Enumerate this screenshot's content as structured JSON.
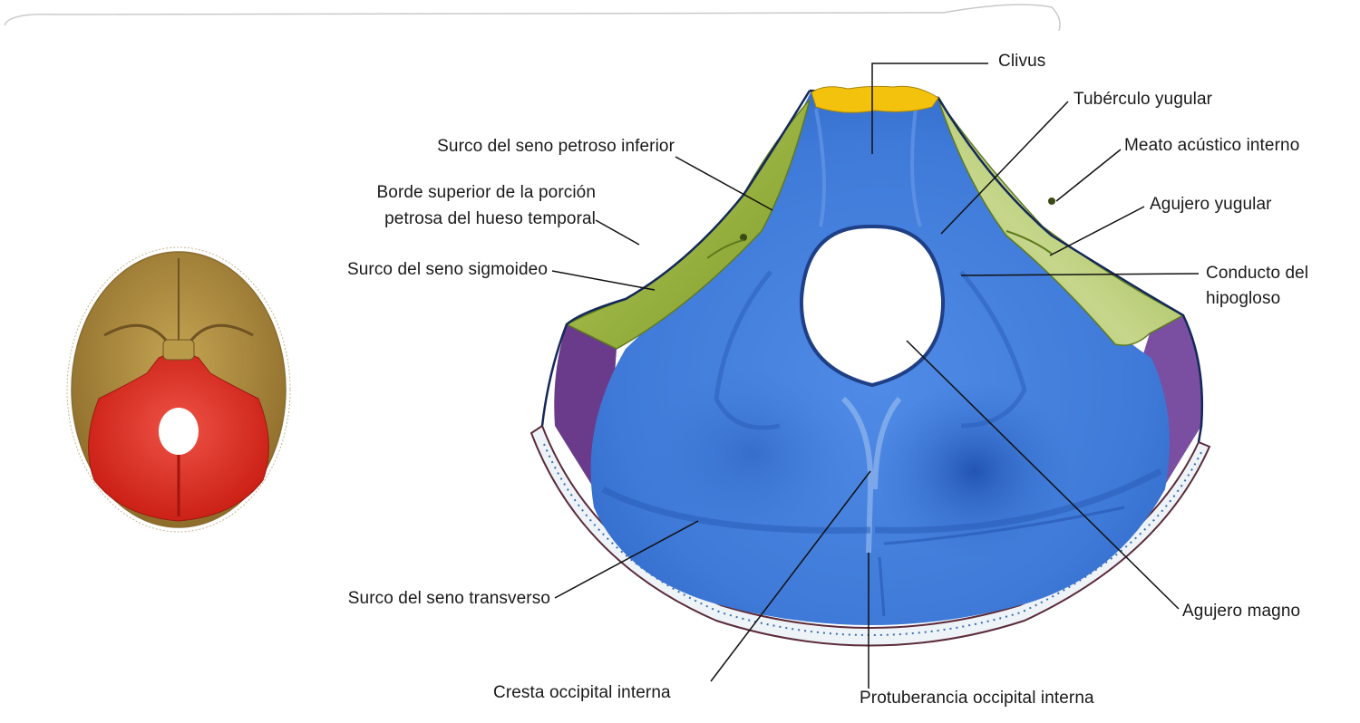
{
  "labels": {
    "clivus": "Clivus",
    "tuberculo_yugular": "Tubérculo yugular",
    "meato_acustico": "Meato acústico interno",
    "agujero_yugular": "Agujero yugular",
    "conducto_hipogloso_1": "Conducto del",
    "conducto_hipogloso_2": "hipogloso",
    "agujero_magno": "Agujero magno",
    "surco_petroso_inferior": "Surco del seno petroso inferior",
    "borde_superior_1": "Borde superior de la porción",
    "borde_superior_2": "petrosa del hueso temporal",
    "surco_sigmoideo": "Surco del seno sigmoideo",
    "surco_transverso": "Surco del seno transverso",
    "cresta_occipital": "Cresta occipital interna",
    "protuberancia_occipital": "Protuberancia occipital interna"
  },
  "colors": {
    "occipital": "#3f7ad8",
    "occipital_dark": "#1d4fb0",
    "clivus_top": "#f2c20c",
    "petrous": "#9ab63a",
    "petrous_light": "#c9d98a",
    "parietal": "#6a3b8a",
    "skull_base": "#b08c3c",
    "posterior_fossa": "#d92a1e"
  }
}
